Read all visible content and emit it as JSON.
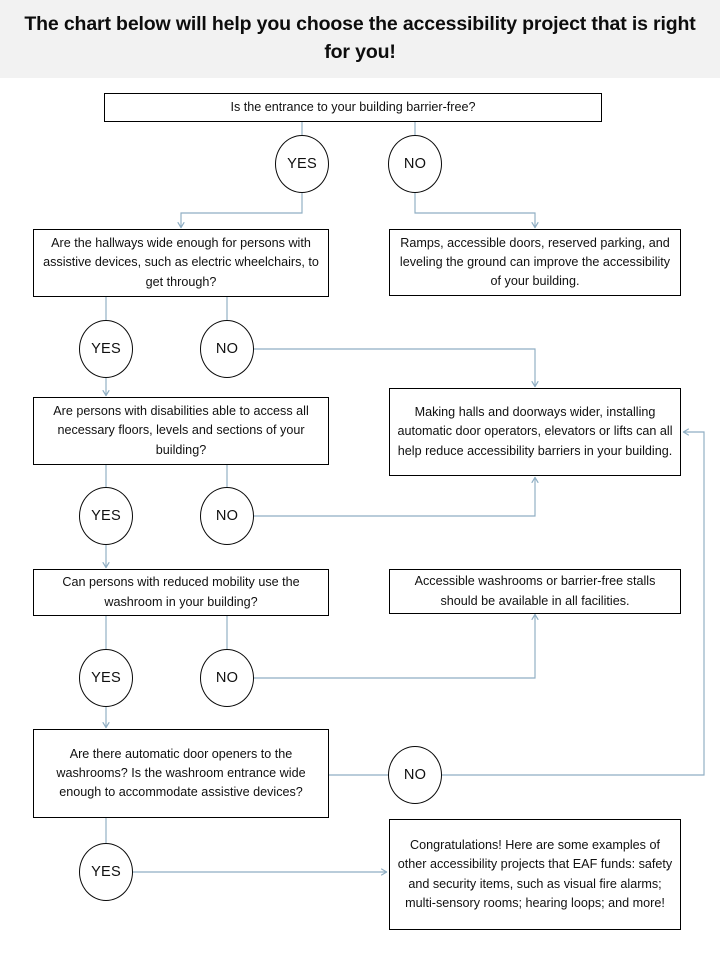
{
  "header": {
    "title": "The chart below will help you choose the accessibility project that is right for you!"
  },
  "chart_data": {
    "type": "diagram",
    "diagram_kind": "decision-flowchart",
    "title": "The chart below will help you choose the accessibility project that is right for you!",
    "colors": {
      "banner_background": "#F2F2F2",
      "box_border": "#000000",
      "box_fill": "#FFFFFF",
      "connector": "#8FAEC3",
      "text": "#101010"
    },
    "nodes": [
      {
        "id": "q1",
        "shape": "rectangle",
        "label": "Is the entrance to your building barrier-free?"
      },
      {
        "id": "q1-yes",
        "shape": "ellipse",
        "label": "YES"
      },
      {
        "id": "q1-no",
        "shape": "ellipse",
        "label": "NO"
      },
      {
        "id": "q2",
        "shape": "rectangle",
        "label": "Are the hallways wide enough for persons with assistive devices, such as electric wheelchairs, to get through?"
      },
      {
        "id": "a1",
        "shape": "rectangle",
        "label": "Ramps, accessible doors, reserved parking, and leveling the ground can improve the accessibility of your building."
      },
      {
        "id": "q2-yes",
        "shape": "ellipse",
        "label": "YES"
      },
      {
        "id": "q2-no",
        "shape": "ellipse",
        "label": "NO"
      },
      {
        "id": "q3",
        "shape": "rectangle",
        "label": "Are persons with disabilities able to access all necessary floors, levels and sections of your building?"
      },
      {
        "id": "a2",
        "shape": "rectangle",
        "label": "Making halls and doorways wider, installing automatic door operators, elevators or lifts can all help reduce accessibility barriers in your building."
      },
      {
        "id": "q3-yes",
        "shape": "ellipse",
        "label": "YES"
      },
      {
        "id": "q3-no",
        "shape": "ellipse",
        "label": "NO"
      },
      {
        "id": "q4",
        "shape": "rectangle",
        "label": "Can persons with reduced mobility use the washroom in your building?"
      },
      {
        "id": "a3",
        "shape": "rectangle",
        "label": "Accessible washrooms or barrier-free stalls should be available in all facilities."
      },
      {
        "id": "q4-yes",
        "shape": "ellipse",
        "label": "YES"
      },
      {
        "id": "q4-no",
        "shape": "ellipse",
        "label": "NO"
      },
      {
        "id": "q5",
        "shape": "rectangle",
        "label": "Are there automatic door openers to the washrooms? Is the washroom entrance wide enough to accommodate assistive devices?"
      },
      {
        "id": "q5-no",
        "shape": "ellipse",
        "label": "NO"
      },
      {
        "id": "q5-yes",
        "shape": "ellipse",
        "label": "YES"
      },
      {
        "id": "a4",
        "shape": "rectangle",
        "label": "Congratulations! Here are some examples of other accessibility projects that EAF funds: safety and security items, such as visual fire alarms; multi-sensory rooms; hearing loops; and more!"
      }
    ],
    "edges": [
      {
        "from": "q1",
        "to": "q1-yes"
      },
      {
        "from": "q1",
        "to": "q1-no"
      },
      {
        "from": "q1-yes",
        "to": "q2"
      },
      {
        "from": "q1-no",
        "to": "a1"
      },
      {
        "from": "q2",
        "to": "q2-yes"
      },
      {
        "from": "q2",
        "to": "q2-no"
      },
      {
        "from": "q2-yes",
        "to": "q3"
      },
      {
        "from": "q2-no",
        "to": "a2"
      },
      {
        "from": "q3",
        "to": "q3-yes"
      },
      {
        "from": "q3",
        "to": "q3-no"
      },
      {
        "from": "q3-yes",
        "to": "q4"
      },
      {
        "from": "q3-no",
        "to": "a2"
      },
      {
        "from": "q4",
        "to": "q4-yes"
      },
      {
        "from": "q4",
        "to": "q4-no"
      },
      {
        "from": "q4-yes",
        "to": "q5"
      },
      {
        "from": "q4-no",
        "to": "a3"
      },
      {
        "from": "q5",
        "to": "q5-no"
      },
      {
        "from": "q5",
        "to": "q5-yes"
      },
      {
        "from": "q5-no",
        "to": "a2"
      },
      {
        "from": "q5-yes",
        "to": "a4"
      }
    ]
  },
  "flowchart": {
    "q1": {
      "text": "Is the entrance to your building barrier-free?"
    },
    "q1_yes": {
      "label": "YES"
    },
    "q1_no": {
      "label": "NO"
    },
    "q2": {
      "text": "Are the hallways wide enough for persons with assistive devices, such as electric wheelchairs, to get through?"
    },
    "a1": {
      "text": "Ramps, accessible doors, reserved parking, and leveling the ground can improve the accessibility of your building."
    },
    "q2_yes": {
      "label": "YES"
    },
    "q2_no": {
      "label": "NO"
    },
    "q3": {
      "text": "Are persons with disabilities able to access all necessary floors, levels and sections of your building?"
    },
    "a2": {
      "text": "Making halls and doorways wider, installing automatic door operators, elevators or lifts can all help reduce accessibility barriers in your building."
    },
    "q3_yes": {
      "label": "YES"
    },
    "q3_no": {
      "label": "NO"
    },
    "q4": {
      "text": "Can persons with reduced mobility use the washroom in your building?"
    },
    "a3": {
      "text": "Accessible washrooms or barrier-free stalls should be available in all facilities."
    },
    "q4_yes": {
      "label": "YES"
    },
    "q4_no": {
      "label": "NO"
    },
    "q5": {
      "text": "Are there automatic door openers to the washrooms? Is the washroom entrance wide enough to accommodate assistive devices?"
    },
    "q5_no": {
      "label": "NO"
    },
    "q5_yes": {
      "label": "YES"
    },
    "a4": {
      "text": "Congratulations! Here are some examples of other accessibility projects that EAF funds: safety and security items, such as visual fire alarms; multi-sensory rooms; hearing loops; and more!"
    }
  }
}
